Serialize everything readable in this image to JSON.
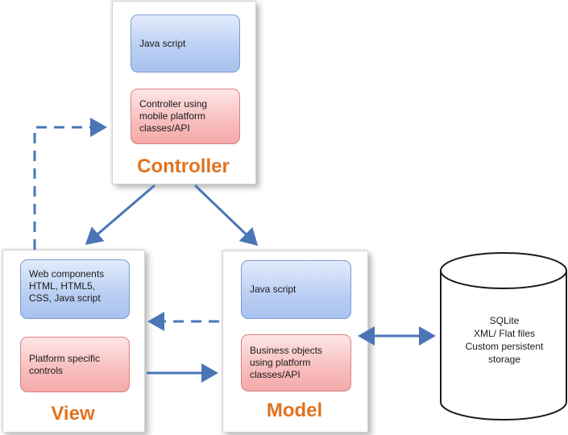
{
  "controller": {
    "title": "Controller",
    "js_label": "Java script",
    "logic_label": "Controller using\nmobile platform\nclasses/API"
  },
  "view": {
    "title": "View",
    "web_label": "Web components\nHTML, HTML5,\nCSS, Java script",
    "native_label": "Platform specific\ncontrols"
  },
  "model": {
    "title": "Model",
    "js_label": "Java script",
    "business_label": "Business objects\nusing platform\nclasses/API"
  },
  "storage": {
    "label": "SQLite\nXML/ Flat files\nCustom persistent\nstorage"
  },
  "colors": {
    "accent": "#e0731f",
    "arrow": "#4a76b8",
    "cylinder_stroke": "#1a1a1a"
  }
}
